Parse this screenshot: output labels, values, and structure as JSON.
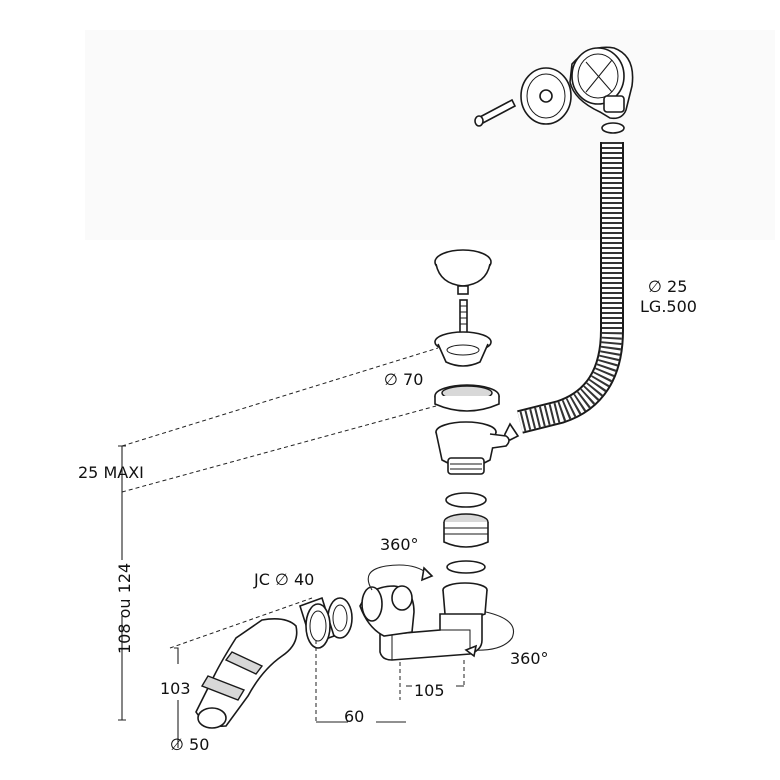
{
  "labels": {
    "diam_25": "∅ 25",
    "lg_500": "LG.500",
    "diam_70": "∅ 70",
    "maxi_25": "25 MAXI",
    "rot_360_top": "360°",
    "rot_360_right": "360°",
    "jc_40": "JC ∅ 40",
    "height_108_124": "108 ou 124",
    "dim_103": "103",
    "dim_105": "105",
    "dim_60": "60",
    "diam_50": "∅ 50"
  }
}
